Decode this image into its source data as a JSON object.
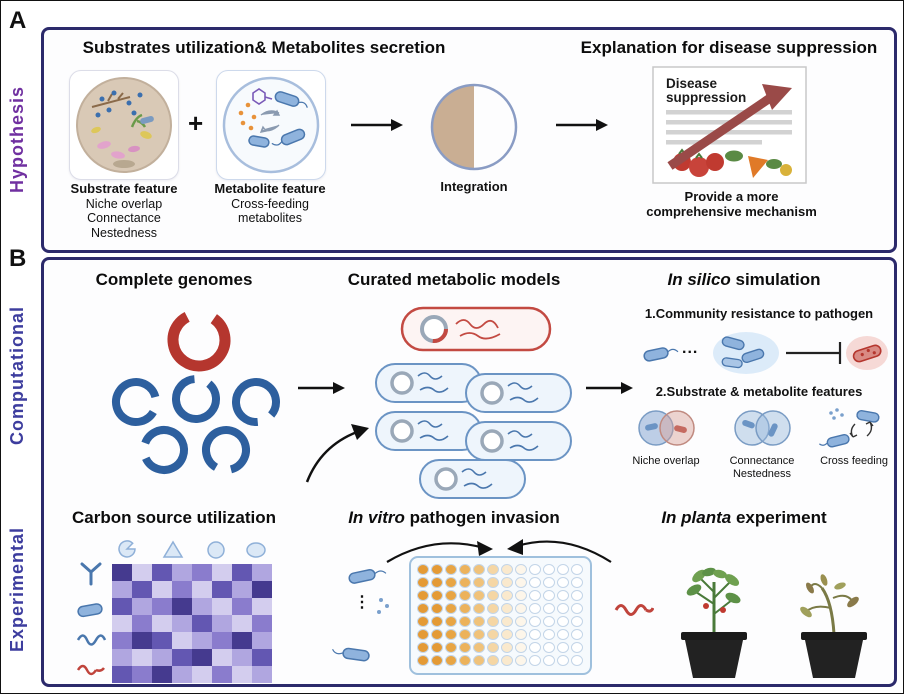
{
  "colors": {
    "panel_border": "#2c2a6b",
    "hypothesis_label": "#7030a0",
    "section_label": "#3d3d9e",
    "genome_blue": "#2d5f9e",
    "pathogen_red": "#b5362e",
    "integration_tan": "#c9ae93",
    "heatmap_dark": "#453a8f",
    "well_orange": "#e49a35"
  },
  "panelA": {
    "corner_label": "A",
    "side_label": "Hypothesis",
    "title_left": "Substrates utilization& Metabolites secretion",
    "title_right": "Explanation for disease suppression",
    "substrate_title": "Substrate feature",
    "substrate_line1": "Niche overlap",
    "substrate_line2": "Connectance",
    "substrate_line3": "Nestedness",
    "plus": "+",
    "metabolite_title": "Metabolite feature",
    "metabolite_line1": "Cross-feeding",
    "metabolite_line2": "metabolites",
    "integration_label": "Integration",
    "disease_line1": "Disease",
    "disease_line2": "suppression",
    "caption_line1": "Provide a more",
    "caption_line2": "comprehensive mechanism"
  },
  "panelB": {
    "corner_label": "B",
    "side_label_top": "Computational",
    "side_label_bottom": "Experimental",
    "genomes_title": "Complete genomes",
    "models_title": "Curated metabolic models",
    "silico_italic": "In silico",
    "silico_rest": " simulation",
    "sim_item1": "1.Community resistance to pathogen",
    "ellipsis": "...",
    "sim_item2": "2.Substrate & metabolite features",
    "feature1": "Niche overlap",
    "feature2_line1": "Connectance",
    "feature2_line2": "Nestedness",
    "feature3": "Cross feeding",
    "carbon_title": "Carbon source utilization",
    "vitro_italic": "In vitro",
    "vitro_rest": " pathogen invasion",
    "planta_italic": "In planta",
    "planta_rest": " experiment",
    "vdots": "⋮"
  },
  "heatmap": {
    "palette": [
      "#f0eef9",
      "#d3cdee",
      "#b0a6e0",
      "#8a7ccd",
      "#6357b2",
      "#453a8f"
    ],
    "rows": [
      [
        5,
        1,
        4,
        2,
        3,
        1,
        4,
        2
      ],
      [
        2,
        4,
        1,
        3,
        1,
        4,
        2,
        5
      ],
      [
        4,
        2,
        3,
        5,
        2,
        1,
        3,
        1
      ],
      [
        1,
        3,
        1,
        2,
        4,
        2,
        1,
        3
      ],
      [
        3,
        5,
        4,
        1,
        2,
        3,
        5,
        2
      ],
      [
        2,
        1,
        2,
        4,
        5,
        1,
        2,
        4
      ],
      [
        4,
        3,
        5,
        2,
        1,
        3,
        1,
        2
      ]
    ]
  },
  "plate": {
    "rows": 8,
    "cols": 12,
    "col_colors": [
      "#e49a35",
      "#e49a35",
      "#e8a544",
      "#ecb25b",
      "#f0c27a",
      "#f5d6a4",
      "#fae9cd",
      "#fdf6ea",
      "#ffffff",
      "#ffffff",
      "#ffffff",
      "#ffffff"
    ]
  }
}
